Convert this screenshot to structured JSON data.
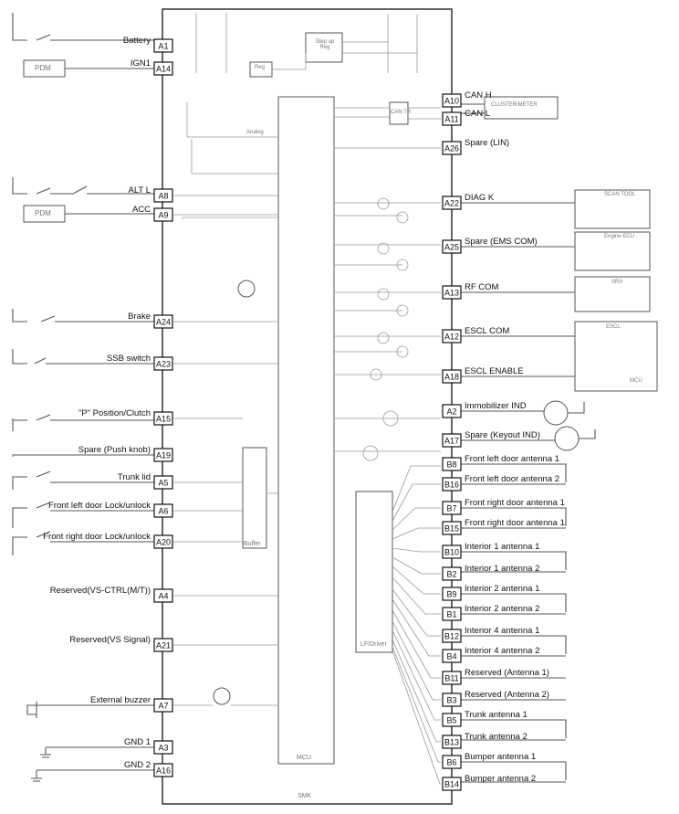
{
  "ecu_label": "SMK",
  "mcu_label": "MCU",
  "lf_driver_label": "LF/Driver",
  "buffer_label": "Buffer",
  "left_pins": [
    {
      "pin": "A1",
      "label": "Battery"
    },
    {
      "pin": "A14",
      "label": "IGN1"
    },
    {
      "pin": "A8",
      "label": "ALT L"
    },
    {
      "pin": "A9",
      "label": "ACC"
    },
    {
      "pin": "A24",
      "label": "Brake"
    },
    {
      "pin": "A23",
      "label": "SSB switch"
    },
    {
      "pin": "A15",
      "label": "\"P\" Position/Clutch"
    },
    {
      "pin": "A19",
      "label": "Spare (Push knob)"
    },
    {
      "pin": "A5",
      "label": "Trunk lid"
    },
    {
      "pin": "A6",
      "label": "Front left door Lock/unlock"
    },
    {
      "pin": "A20",
      "label": "Front right door Lock/unlock"
    },
    {
      "pin": "A4",
      "label": "Reserved(VS-CTRL(M/T))"
    },
    {
      "pin": "A21",
      "label": "Reserved(VS Signal)"
    },
    {
      "pin": "A7",
      "label": "External buzzer"
    },
    {
      "pin": "A3",
      "label": "GND 1"
    },
    {
      "pin": "A16",
      "label": "GND 2"
    }
  ],
  "right_pins": [
    {
      "pin": "A10",
      "label": "CAN H"
    },
    {
      "pin": "A11",
      "label": "CAN L"
    },
    {
      "pin": "A26",
      "label": "Spare (LIN)"
    },
    {
      "pin": "A22",
      "label": "DIAG K"
    },
    {
      "pin": "A25",
      "label": "Spare (EMS COM)"
    },
    {
      "pin": "A13",
      "label": "RF COM"
    },
    {
      "pin": "A12",
      "label": "ESCL COM"
    },
    {
      "pin": "A18",
      "label": "ESCL ENABLE"
    },
    {
      "pin": "A2",
      "label": "Immobilizer IND"
    },
    {
      "pin": "A17",
      "label": "Spare (Keyout IND)"
    }
  ],
  "antenna_pins": [
    {
      "pin": "B8",
      "label": "Front left door antenna 1"
    },
    {
      "pin": "B16",
      "label": "Front left door antenna 2"
    },
    {
      "pin": "B7",
      "label": "Front right door antenna 1"
    },
    {
      "pin": "B15",
      "label": "Front right door antenna 1"
    },
    {
      "pin": "B10",
      "label": "Interior 1 antenna 1"
    },
    {
      "pin": "B2",
      "label": "Interior 1 antenna 2"
    },
    {
      "pin": "B9",
      "label": "Interior 2 antenna 1"
    },
    {
      "pin": "B1",
      "label": "Interior 2 antenna 2"
    },
    {
      "pin": "B12",
      "label": "Interior 4 antenna 1"
    },
    {
      "pin": "B4",
      "label": "Interior 4 antenna 2"
    },
    {
      "pin": "B11",
      "label": "Reserved (Antenna 1)"
    },
    {
      "pin": "B3",
      "label": "Reserved (Antenna 2)"
    },
    {
      "pin": "B5",
      "label": "Trunk antenna 1"
    },
    {
      "pin": "B13",
      "label": "Trunk antenna 2"
    },
    {
      "pin": "B6",
      "label": "Bumper antenna 1"
    },
    {
      "pin": "B14",
      "label": "Bumper antenna 2"
    }
  ],
  "external_left": {
    "pdm_1": "PDM",
    "pdm_2": "PDM"
  },
  "external_right": {
    "cluster": "CLUSTER/METER",
    "scan_tool": "SCAN TOOL",
    "engine_ecu": "Engine ECU",
    "srx": "SRX",
    "escl": "ESCL",
    "mcu_ext": "MCU"
  },
  "internal": {
    "step_up": "Step up Reg",
    "reg": "Reg",
    "can_tr": "CAN TR",
    "analog": "Analog"
  }
}
